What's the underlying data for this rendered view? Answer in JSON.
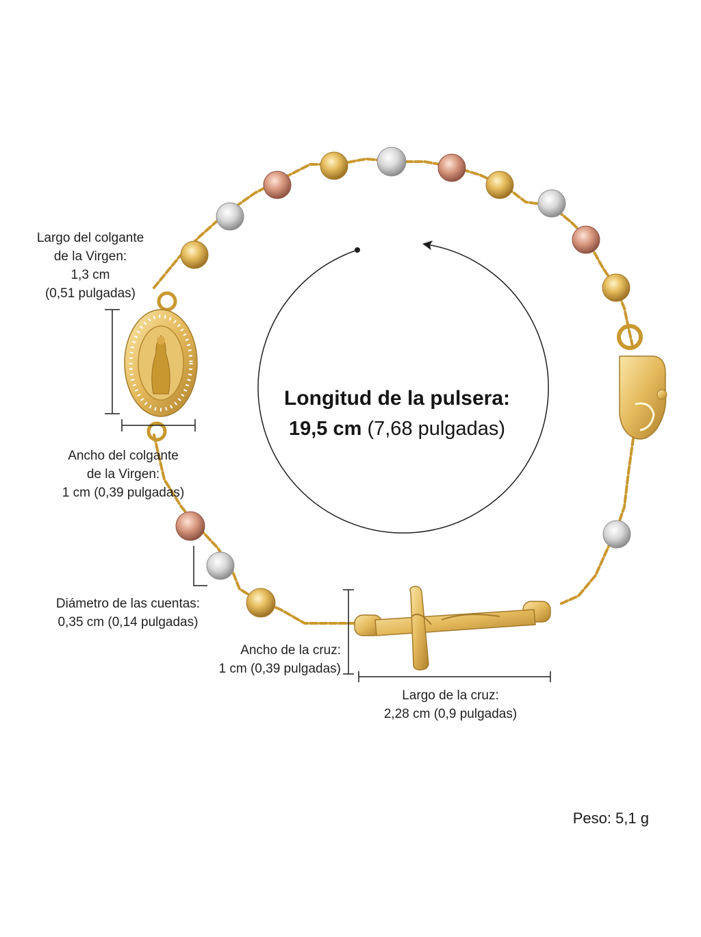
{
  "labels": {
    "virgin_length": {
      "line1": "Largo del colgante",
      "line2": "de la Virgen:",
      "line3": "1,3 cm",
      "line4": "(0,51 pulgadas)"
    },
    "virgin_width": {
      "line1": "Ancho del colgante",
      "line2": "de la Virgen:",
      "line3": "1 cm (0,39 pulgadas)"
    },
    "bead_diameter": {
      "line1": "Diámetro de las cuentas:",
      "line2": "0,35 cm (0,14 pulgadas)"
    },
    "cross_width": {
      "line1": "Ancho de la cruz:",
      "line2": "1 cm (0,39 pulgadas)"
    },
    "cross_length": {
      "line1": "Largo de la cruz:",
      "line2": "2,28 cm (0,9 pulgadas)"
    }
  },
  "bracelet_length": {
    "title": "Longitud de la pulsera:",
    "value_cm": "19,5 cm",
    "value_in": "(7,68 pulgadas)"
  },
  "weight": "Peso: 5,1 g",
  "colors": {
    "gold": "#e2b95a",
    "gold_dark": "#b98a2f",
    "silver": "#d9d9d9",
    "rose": "#d99a86",
    "line": "#1e1e1e"
  }
}
